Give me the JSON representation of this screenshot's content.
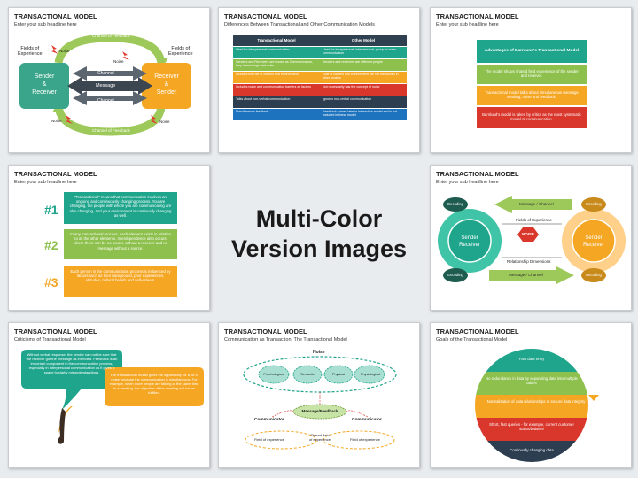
{
  "center": {
    "line1": "Multi-Color",
    "line2": "Version Images"
  },
  "slide1": {
    "title": "TRANSACTIONAL MODEL",
    "subtitle": "Enter your sub headline here",
    "channel_of_feedback_top": "Channel of Feedback",
    "channel_of_feedback_bottom": "Channel of Feedback",
    "fields_left": "Fields of\nExperience",
    "fields_right": "Fields of\nExperience",
    "sender_receiver": "Sender\n&\nReceiver",
    "receiver_sender": "Receiver\n&\nSender",
    "channel_top": "Channel",
    "message": "Message",
    "channel_bottom": "Channel",
    "noise": "Noise",
    "colors": {
      "green": "#3aa58a",
      "orange": "#f5a623",
      "lime": "#9dc95a",
      "gray": "#5c6670"
    }
  },
  "slide2": {
    "title": "TRANSACTIONAL MODEL",
    "subtitle": "Differences Between Transactional and Other Communication Models",
    "headers": [
      "Transactional Model",
      "Other Model"
    ],
    "rows": [
      {
        "left": "Used for interpersonal communication",
        "right": "Used for intrapersonal, interpersonal, group or mass communication",
        "color": "#1fa58c"
      },
      {
        "left": "Senders and Receivers are known as Communicators, they interchange their roles",
        "right": "Senders and receivers are different people",
        "color": "#8dc04c"
      },
      {
        "left": "Includes the role of context and environment",
        "right": "Role of context and environment are not mentioned in other models",
        "color": "#f5a623"
      },
      {
        "left": "Includes noise and communication barriers as factors",
        "right": "Not necessarily has the concept of noise",
        "color": "#d9362c"
      },
      {
        "left": "Talks about non-verbal communication",
        "right": "Ignores non-verbal communication",
        "color": "#2c3e50"
      },
      {
        "left": "Simultaneous feedback",
        "right": "Feedback comes later in interaction model and is not included in linear model",
        "color": "#1e73be"
      }
    ]
  },
  "slide3": {
    "title": "TRANSACTIONAL MODEL",
    "subtitle": "Enter your sub headline here",
    "header": "Advantages of Barnlund's Transactional Model",
    "bands": [
      {
        "text": "The model shows shared field experience of the sender and receiver.",
        "color": "#8dc04c"
      },
      {
        "text": "Transactional model talks about simultaneous message sending, noise and feedback.",
        "color": "#f5a623"
      },
      {
        "text": "Barnlund's model is taken by critics as the most systematic model of communication.",
        "color": "#d9362c"
      }
    ],
    "header_color": "#1fa58c"
  },
  "slide4": {
    "title": "TRANSACTIONAL MODEL",
    "subtitle": "Enter your sub headline here",
    "items": [
      {
        "num": "#1",
        "text": "\"Transactional\" means that communication involves an ongoing and continuously changing process. You are changing, the people with whom you are communicating are also changing, and your environment is continually changing as well.",
        "color": "#1fa58c"
      },
      {
        "num": "#2",
        "text": "In any transactional process, each element exists in relation to all the other elements. Interdependence also occurs where there can be no source without a receiver and no message without a source.",
        "color": "#8dc04c"
      },
      {
        "num": "#3",
        "text": "Each person in the communication process is influenced by factors such as their background, prior experiences, attitudes, cultural beliefs and self-esteem.",
        "color": "#f5a623"
      }
    ]
  },
  "slide6": {
    "title": "TRANSACTIONAL MODEL",
    "subtitle": "Enter your sub headline here",
    "decoding_tl": "Decoding",
    "encoding_tr": "Encoding",
    "encoding_bl": "Encoding",
    "decoding_br": "Decoding",
    "message_channel_top": "Message / Channel",
    "message_channel_bottom": "Message / Channel",
    "fields_of_experience": "Fields of Experience",
    "relationship_dimensions": "Relationship Dimensions",
    "noise": "NOISE",
    "sender_receiver_left": "Sender\nReceiver",
    "sender_receiver_right": "Sender\nReceiver"
  },
  "slide7": {
    "title": "TRANSACTIONAL MODEL",
    "subtitle": "Criticisms of Transactional Model",
    "bubble1": "Without verbal response, the sender can not be sure that the receiver got the message as intended. Feedback is an important component in the communication process, especially in interpersonal communication as it gives a space to clarify misunderstandings.",
    "bubble2": "The transactional model gives the opportunity for a lot of noise because the communication is simultaneous. For example, when more people are talking at the same time in a meeting, the objective of the meeting will not be fulfilled."
  },
  "slide8": {
    "title": "TRANSACTIONAL MODEL",
    "subtitle": "Communication as Transaction: The Transactional Model",
    "noise_label": "Noise",
    "noises": [
      "Psychological",
      "Semantic",
      "Physical",
      "Physiological"
    ],
    "message_feedback": "Message/Feedback",
    "communicator_left": "Communicator",
    "communicator_right": "Communicator",
    "field_left": "Field of experience",
    "shared_field": "Shared field\nof experience",
    "field_right": "Field of experience"
  },
  "slide9": {
    "title": "TRANSACTIONAL MODEL",
    "subtitle": "Goals of the Transactional Model",
    "segments": [
      {
        "text": "Fast data entry",
        "color": "#1fa58c"
      },
      {
        "text": "No redundancy in data by separating data into multiple tables",
        "color": "#8dc04c"
      },
      {
        "text": "Normalization of data relationships to ensure data integrity",
        "color": "#f5a623"
      },
      {
        "text": "Short, fast queries - for example, current customer status/balance",
        "color": "#d9362c"
      },
      {
        "text": "Continually changing data",
        "color": "#2c3e50"
      }
    ]
  }
}
